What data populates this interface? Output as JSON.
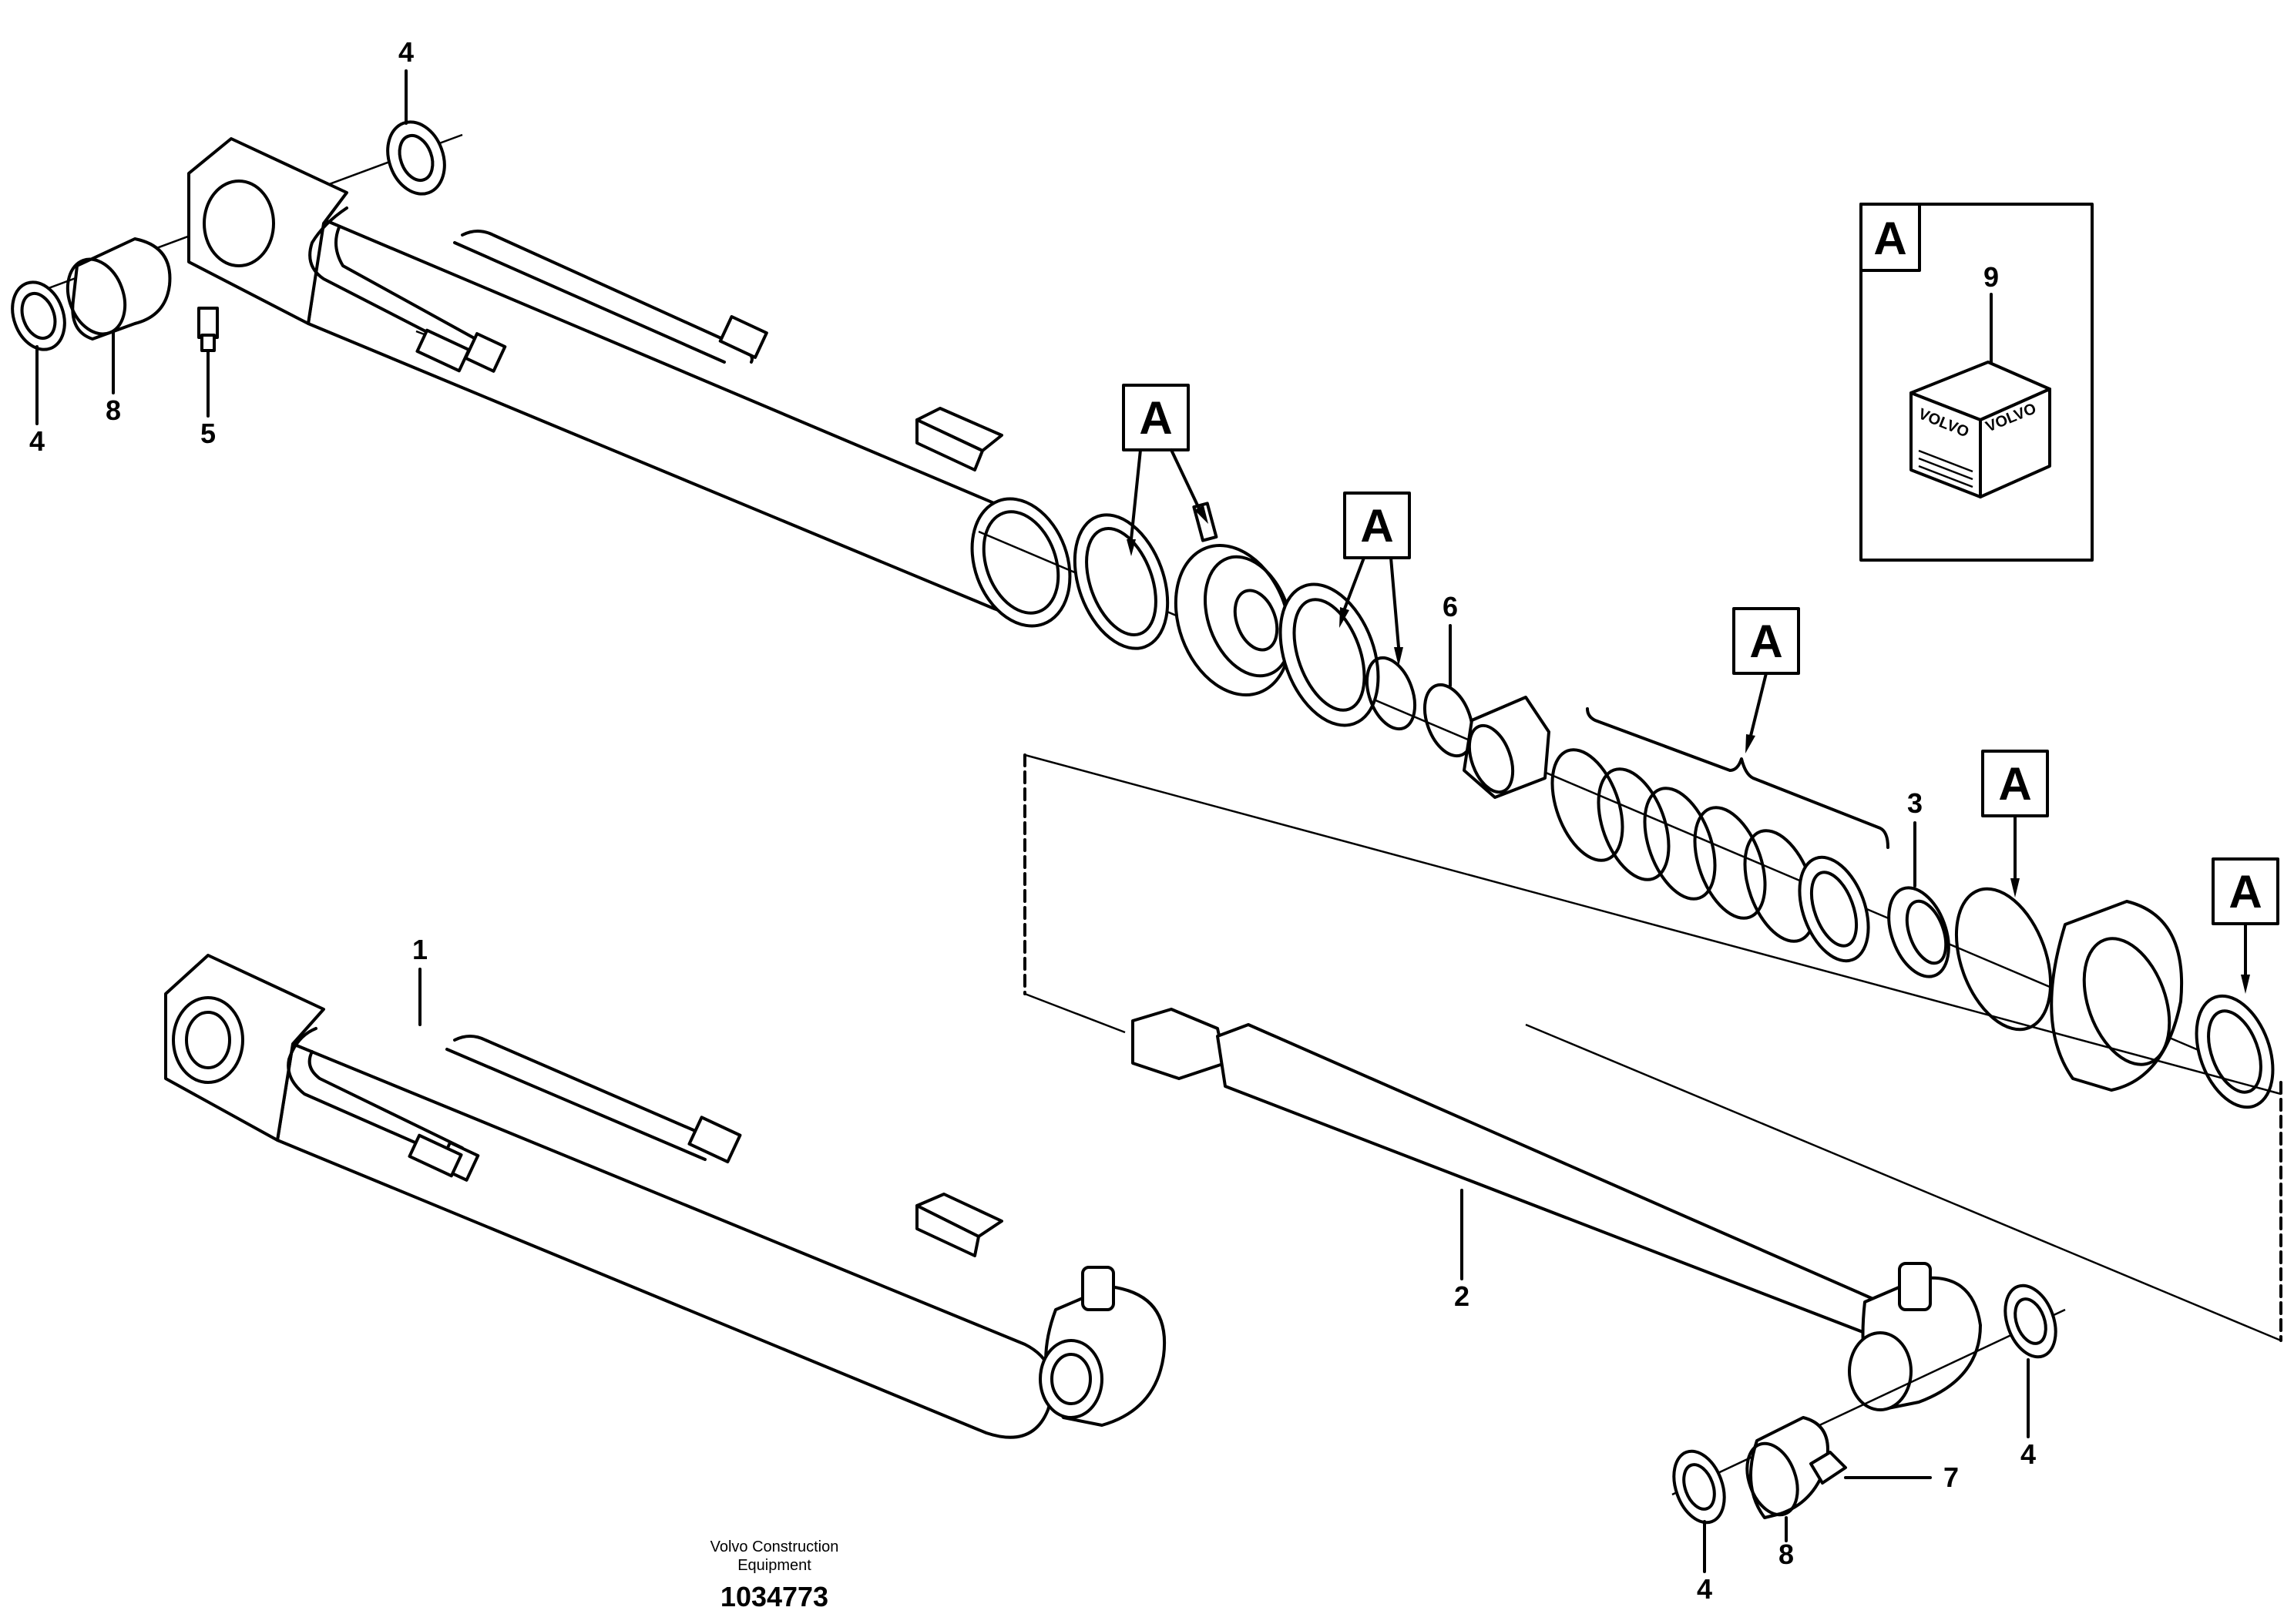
{
  "diagram": {
    "part_numbers": [
      "1",
      "2",
      "3",
      "4",
      "4",
      "4",
      "4",
      "5",
      "6",
      "7",
      "8",
      "8",
      "9"
    ],
    "kit_letter": "A",
    "kit_box": {
      "letter": "A",
      "part_number": "9",
      "package_brand": "VOLVO"
    },
    "brand_line1": "Volvo Construction",
    "brand_line2": "Equipment",
    "document_number": "1034773"
  }
}
